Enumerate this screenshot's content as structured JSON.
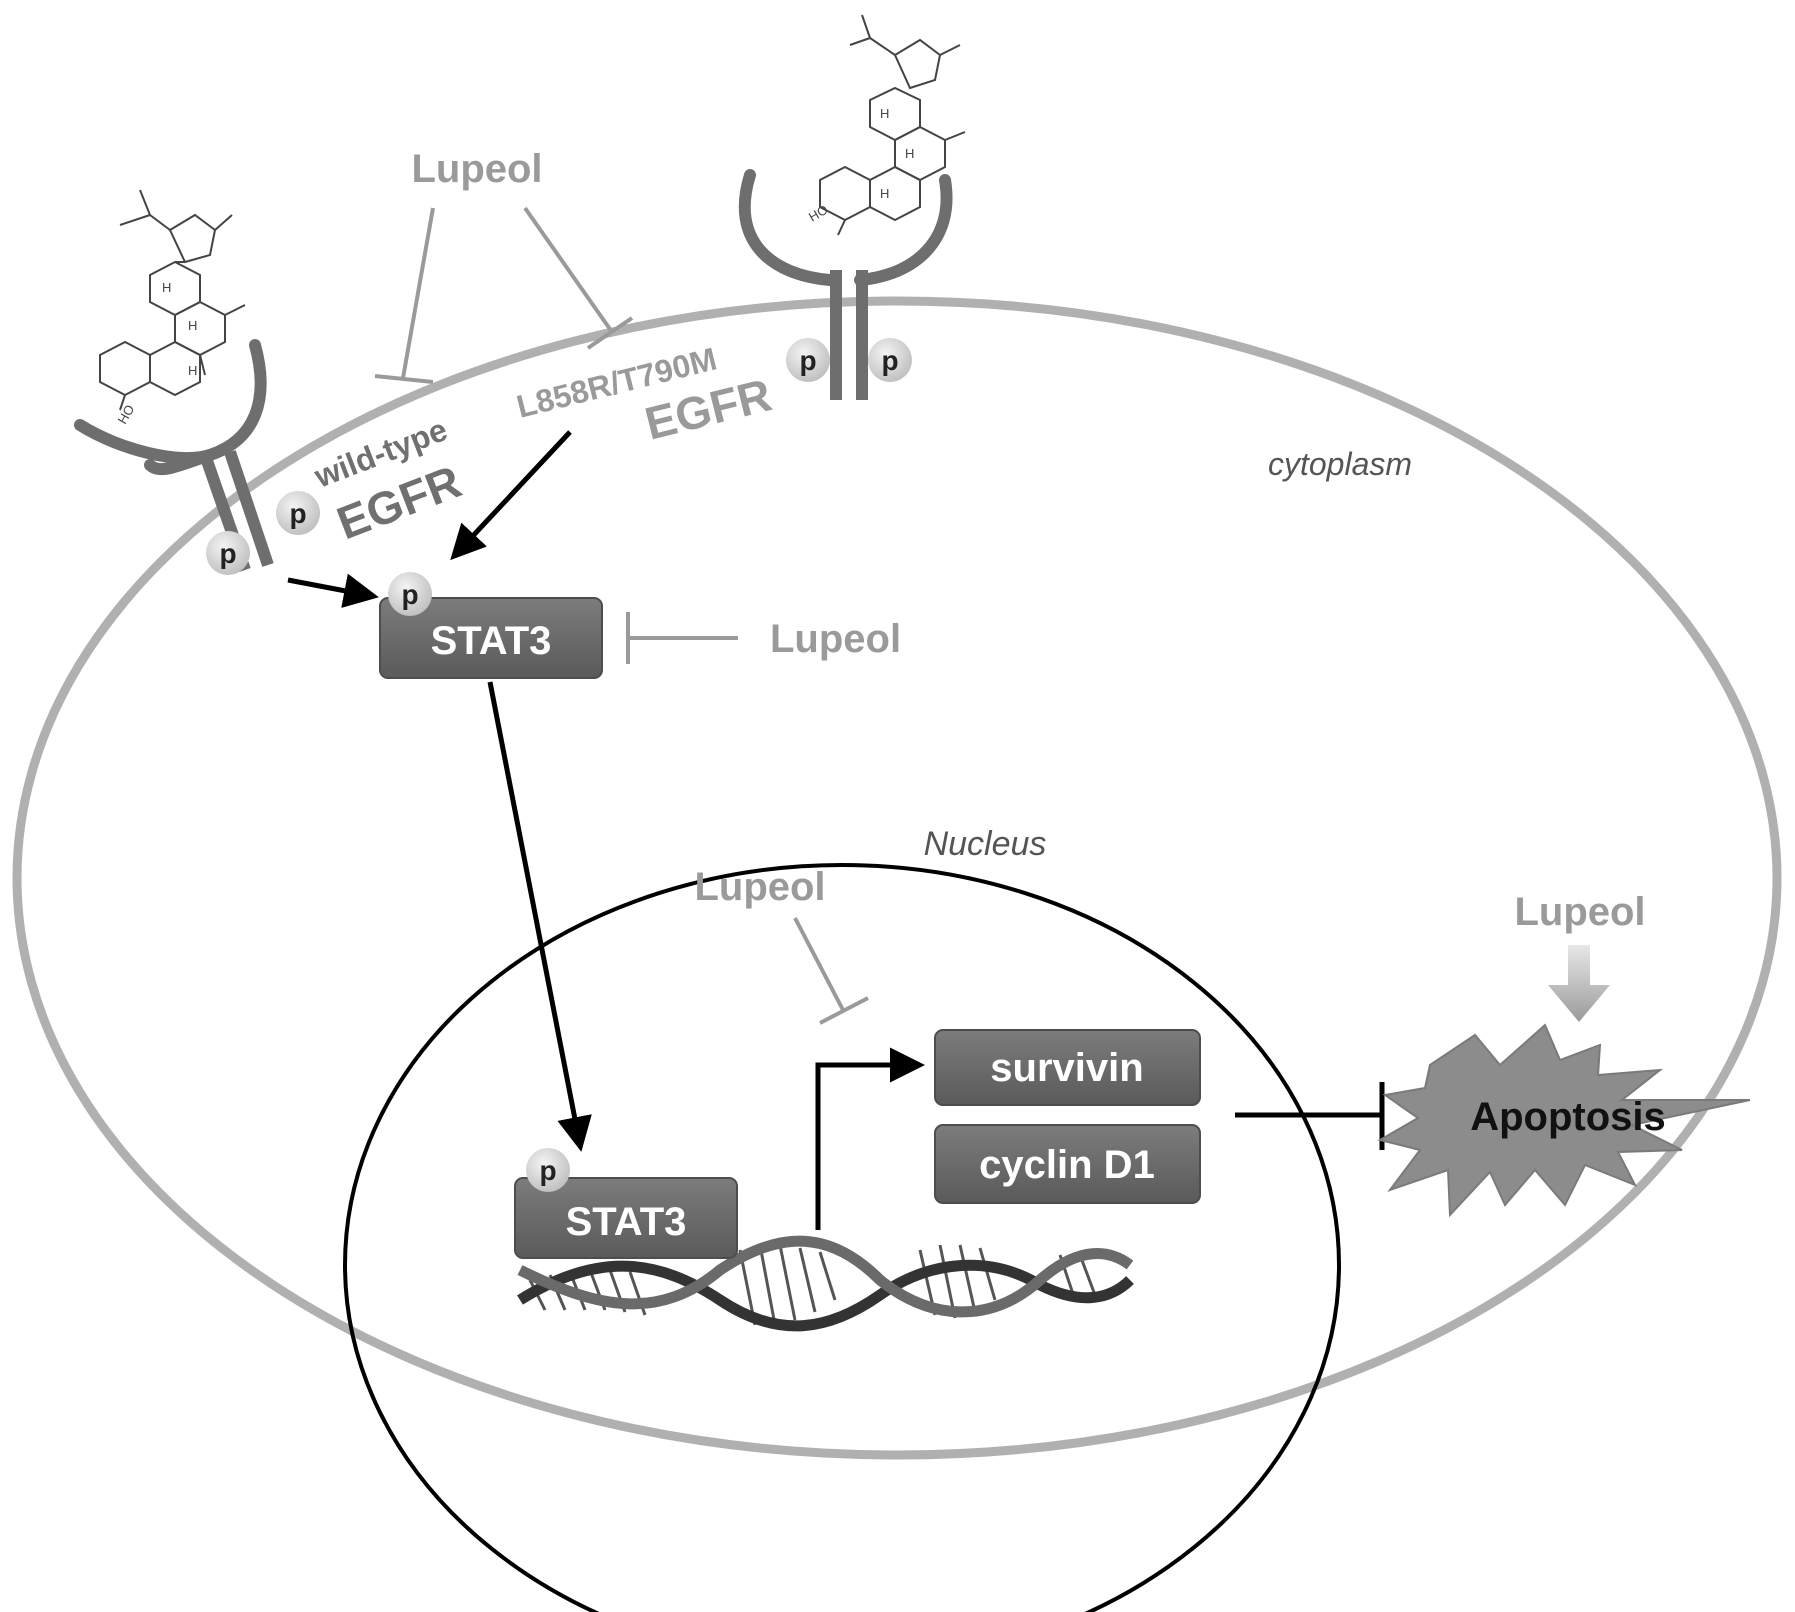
{
  "labels": {
    "lupeol": "Lupeol",
    "wild_type": "wild-type",
    "egfr": "EGFR",
    "mutant": "L858R/T790M",
    "cytoplasm": "cytoplasm",
    "nucleus": "Nucleus",
    "stat3": "STAT3",
    "survivin": "survivin",
    "cyclin_d1": "cyclin D1",
    "apoptosis": "Apoptosis",
    "phospho": "p",
    "ho": "HO",
    "h": "H"
  },
  "colors": {
    "cell_membrane": "#b0b0b0",
    "receptor": "#6e6e6e",
    "box_fill": "#6a6a6a",
    "inhibitor_line": "#9a9a9a",
    "activation_arrow": "#000000",
    "apoptosis_fill": "#8c8c8c"
  }
}
